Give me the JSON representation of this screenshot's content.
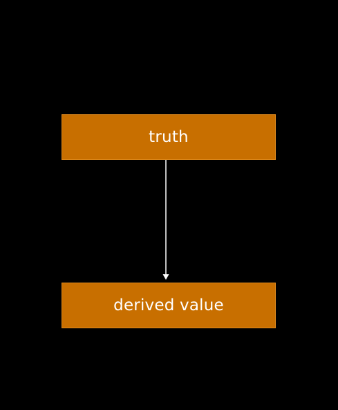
{
  "diagram": {
    "nodes": [
      {
        "id": "truth",
        "label": "truth"
      },
      {
        "id": "derived",
        "label": "derived value"
      }
    ],
    "edges": [
      {
        "from": "truth",
        "to": "derived"
      }
    ],
    "colors": {
      "background": "#000000",
      "node_fill": "#c86f00",
      "node_border": "#e08a1e",
      "text": "#ffffff",
      "arrow": "#ffffff"
    }
  }
}
